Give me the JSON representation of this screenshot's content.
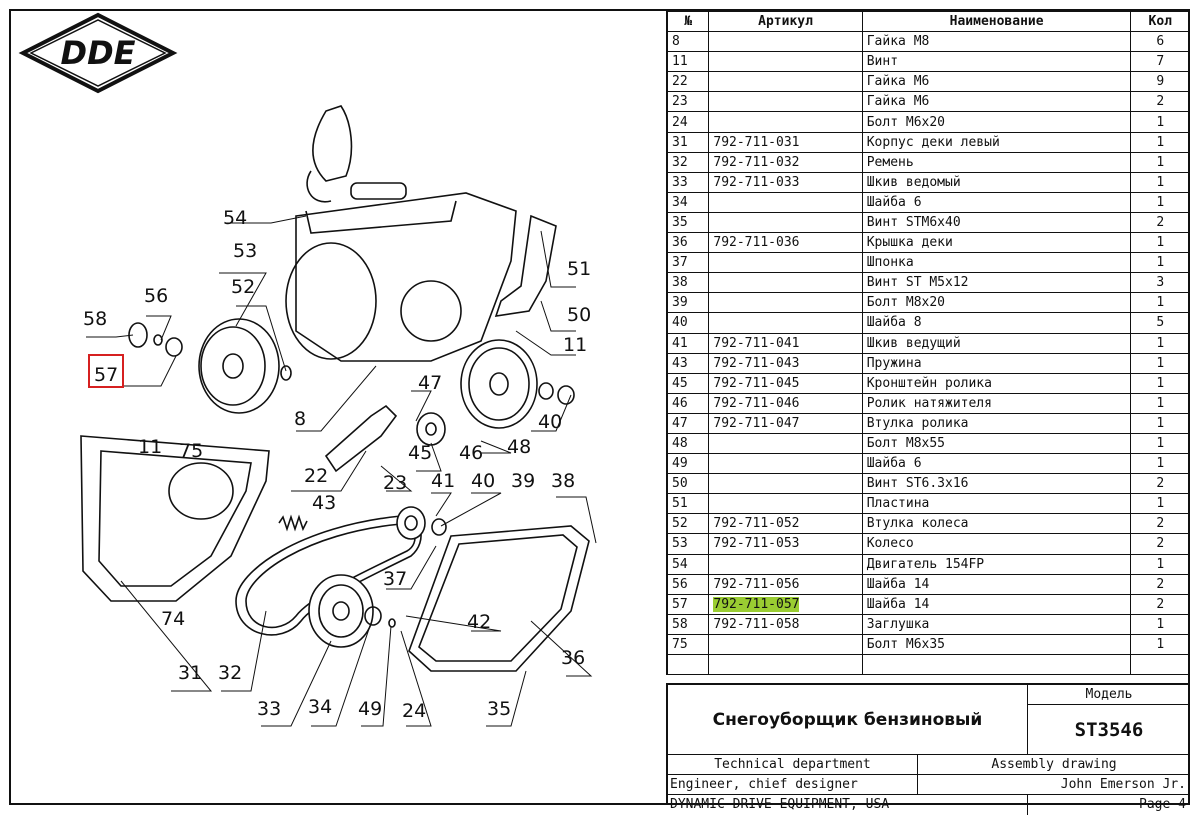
{
  "brand": {
    "logo_text": "DDE",
    "accent": "#d62020"
  },
  "table": {
    "headers": {
      "num": "№",
      "article": "Артикул",
      "name": "Наименование",
      "qty": "Кол"
    },
    "rows": [
      {
        "num": "8",
        "article": "",
        "name": "Гайка М8",
        "qty": "6"
      },
      {
        "num": "11",
        "article": "",
        "name": "Винт",
        "qty": "7"
      },
      {
        "num": "22",
        "article": "",
        "name": "Гайка М6",
        "qty": "9"
      },
      {
        "num": "23",
        "article": "",
        "name": "Гайка М6",
        "qty": "2"
      },
      {
        "num": "24",
        "article": "",
        "name": "Болт М6х20",
        "qty": "1"
      },
      {
        "num": "31",
        "article": "792-711-031",
        "name": "Корпус деки левый",
        "qty": "1"
      },
      {
        "num": "32",
        "article": "792-711-032",
        "name": "Ремень",
        "qty": "1"
      },
      {
        "num": "33",
        "article": "792-711-033",
        "name": "Шкив ведомый",
        "qty": "1"
      },
      {
        "num": "34",
        "article": "",
        "name": "Шайба 6",
        "qty": "1"
      },
      {
        "num": "35",
        "article": "",
        "name": "Винт STM6х40",
        "qty": "2"
      },
      {
        "num": "36",
        "article": "792-711-036",
        "name": "Крышка деки",
        "qty": "1"
      },
      {
        "num": "37",
        "article": "",
        "name": "Шпонка",
        "qty": "1"
      },
      {
        "num": "38",
        "article": "",
        "name": "Винт ST M5х12",
        "qty": "3"
      },
      {
        "num": "39",
        "article": "",
        "name": "Болт М8х20",
        "qty": "1"
      },
      {
        "num": "40",
        "article": "",
        "name": "Шайба 8",
        "qty": "5"
      },
      {
        "num": "41",
        "article": "792-711-041",
        "name": "Шкив ведущий",
        "qty": "1"
      },
      {
        "num": "43",
        "article": "792-711-043",
        "name": "Пружина",
        "qty": "1"
      },
      {
        "num": "45",
        "article": "792-711-045",
        "name": "Кронштейн ролика",
        "qty": "1"
      },
      {
        "num": "46",
        "article": "792-711-046",
        "name": "Ролик натяжителя",
        "qty": "1"
      },
      {
        "num": "47",
        "article": "792-711-047",
        "name": "Втулка ролика",
        "qty": "1"
      },
      {
        "num": "48",
        "article": "",
        "name": "Болт М8х55",
        "qty": "1"
      },
      {
        "num": "49",
        "article": "",
        "name": "Шайба 6",
        "qty": "1"
      },
      {
        "num": "50",
        "article": "",
        "name": "Винт ST6.3х16",
        "qty": "2"
      },
      {
        "num": "51",
        "article": "",
        "name": "Пластина",
        "qty": "1"
      },
      {
        "num": "52",
        "article": "792-711-052",
        "name": "Втулка колеса",
        "qty": "2"
      },
      {
        "num": "53",
        "article": "792-711-053",
        "name": "Колесо",
        "qty": "2"
      },
      {
        "num": "54",
        "article": "",
        "name": "Двигатель 154FP",
        "qty": "1"
      },
      {
        "num": "56",
        "article": "792-711-056",
        "name": "Шайба 14",
        "qty": "2"
      },
      {
        "num": "57",
        "article": "792-711-057",
        "name": "Шайба 14",
        "qty": "2",
        "highlight": true
      },
      {
        "num": "58",
        "article": "792-711-058",
        "name": "Заглушка",
        "qty": "1"
      },
      {
        "num": "75",
        "article": "",
        "name": "Болт М6х35",
        "qty": "1"
      },
      {
        "num": "",
        "article": "",
        "name": "",
        "qty": ""
      }
    ]
  },
  "title_block": {
    "model_label": "Модель",
    "product_name": "Снегоуборщик бензиновый",
    "model_code": "ST3546",
    "department": "Technical department",
    "doc_type": "Assembly drawing",
    "role": "Engineer, chief designer",
    "person": "John Emerson Jr.",
    "company": "DYNAMIC DRIVE EQUIPMENT, USA",
    "page": "Page 4"
  },
  "drawing": {
    "highlighted_part": "57",
    "labels": [
      "54",
      "53",
      "56",
      "52",
      "58",
      "57",
      "51",
      "50",
      "11",
      "8",
      "47",
      "40",
      "11",
      "75",
      "22",
      "45",
      "46",
      "48",
      "23",
      "43",
      "41",
      "40",
      "39",
      "38",
      "37",
      "42",
      "74",
      "31",
      "32",
      "33",
      "34",
      "49",
      "24",
      "35",
      "36"
    ]
  }
}
